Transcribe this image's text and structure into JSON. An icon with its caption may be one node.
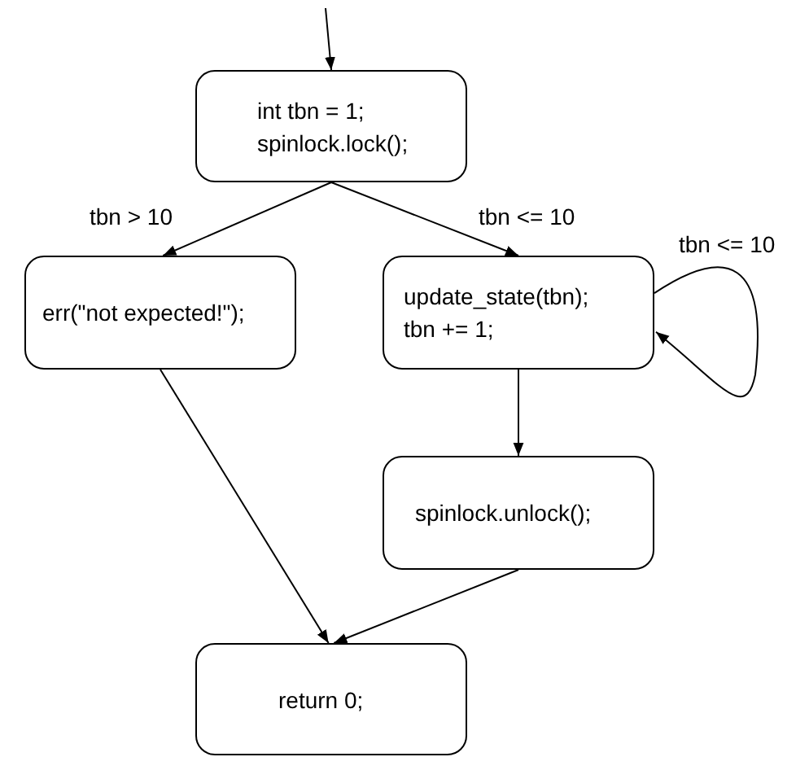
{
  "diagram": {
    "nodes": [
      {
        "text": [
          "int tbn = 1;",
          "spinlock.lock();"
        ]
      },
      {
        "text": [
          "err(\"not expected!\");"
        ]
      },
      {
        "text": [
          "update_state(tbn);",
          "tbn += 1;"
        ]
      },
      {
        "text": [
          "spinlock.unlock();"
        ]
      },
      {
        "text": [
          "return 0;"
        ]
      }
    ],
    "edges": [
      {
        "from": null,
        "to": 0,
        "arrow": "to"
      },
      {
        "from": 0,
        "to": 1,
        "arrow": "to",
        "label": "tbn > 10"
      },
      {
        "from": 0,
        "to": 2,
        "arrow": "to",
        "label": "tbn <= 10"
      },
      {
        "from": 2,
        "to": 2,
        "arrow": "to",
        "label": "tbn <= 10"
      },
      {
        "from": 2,
        "to": 3,
        "arrow": "to"
      },
      {
        "from": 1,
        "to": 4,
        "arrow": "to"
      },
      {
        "from": 3,
        "to": 4,
        "arrow": "to"
      }
    ]
  }
}
